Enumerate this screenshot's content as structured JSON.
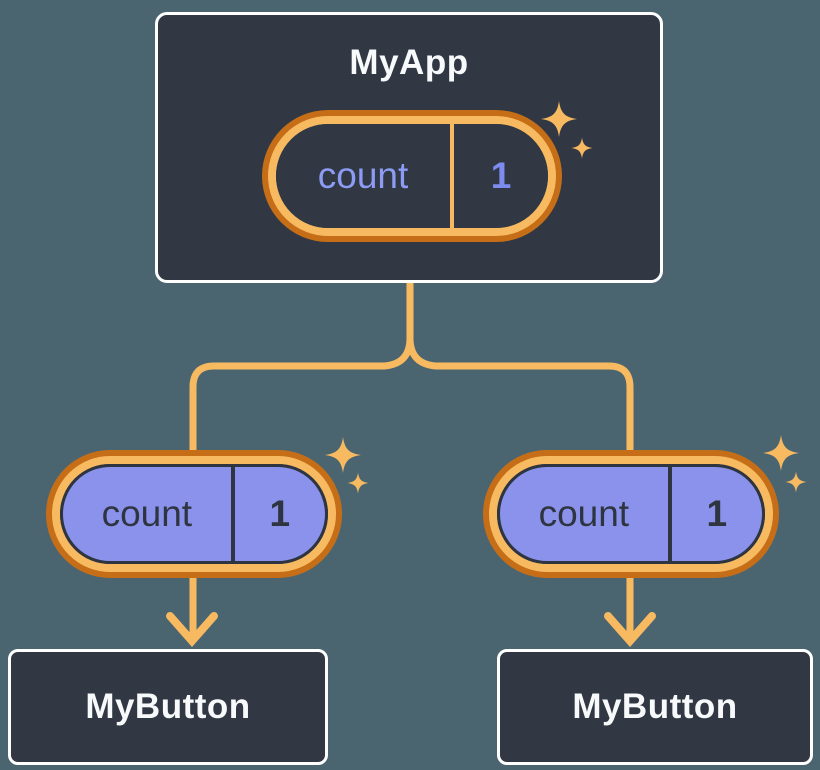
{
  "diagram": {
    "description": "Component tree with shared state passed down from parent to children",
    "root": {
      "title": "MyApp",
      "pill": {
        "label": "count",
        "value": "1"
      }
    },
    "children": [
      {
        "title": "MyButton",
        "pill": {
          "label": "count",
          "value": "1"
        }
      },
      {
        "title": "MyButton",
        "pill": {
          "label": "count",
          "value": "1"
        }
      }
    ],
    "icons": [
      "sparkle-icon"
    ],
    "colors": {
      "background": "#4b6570",
      "card_fill": "#313844",
      "card_border": "#ffffff",
      "pill_ring_outer": "#c56e17",
      "pill_ring_inner": "#f8ba61",
      "connector": "#f8ba61",
      "child_pill_fill": "#8a92ec",
      "dark_ink": "#2e3540",
      "root_pill_label_color": "#8c9bf3",
      "root_pill_value_color": "#7d8cee",
      "title_text": "#f7f9fb"
    }
  }
}
